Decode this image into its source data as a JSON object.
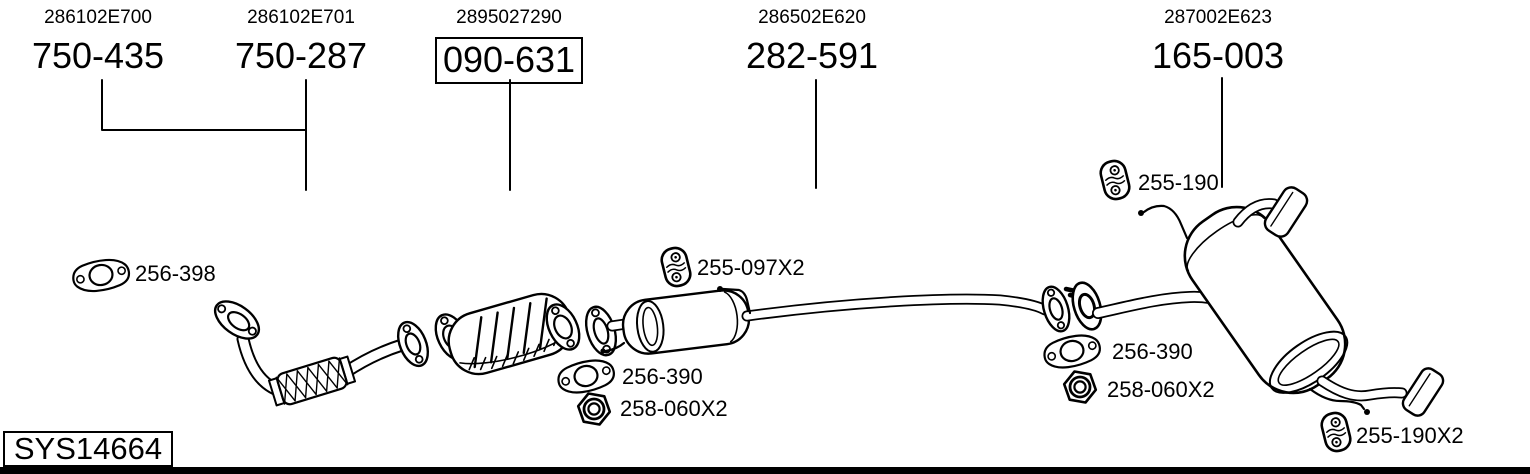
{
  "diagram": {
    "system_code": "SYS14664",
    "references": [
      {
        "part_number": "286102E700",
        "ref": "750-435",
        "boxed": false
      },
      {
        "part_number": "286102E701",
        "ref": "750-287",
        "boxed": false
      },
      {
        "part_number": "2895027290",
        "ref": "090-631",
        "boxed": true
      },
      {
        "part_number": "286502E620",
        "ref": "282-591",
        "boxed": false
      },
      {
        "part_number": "287002E623",
        "ref": "165-003",
        "boxed": false
      }
    ],
    "part_labels": [
      {
        "icon": "gasket-icon",
        "text": "256-398"
      },
      {
        "icon": "rubber-hanger-icon",
        "text": "255-097X2"
      },
      {
        "icon": "gasket-icon",
        "text": "256-390"
      },
      {
        "icon": "hex-nut-icon",
        "text": "258-060X2"
      },
      {
        "icon": "rubber-hanger-icon",
        "text": "255-190"
      },
      {
        "icon": "gasket-icon",
        "text": "256-390"
      },
      {
        "icon": "hex-nut-icon",
        "text": "258-060X2"
      },
      {
        "icon": "rubber-hanger-icon",
        "text": "255-190X2"
      }
    ],
    "colors": {
      "line": "#000000",
      "background": "#ffffff"
    }
  }
}
